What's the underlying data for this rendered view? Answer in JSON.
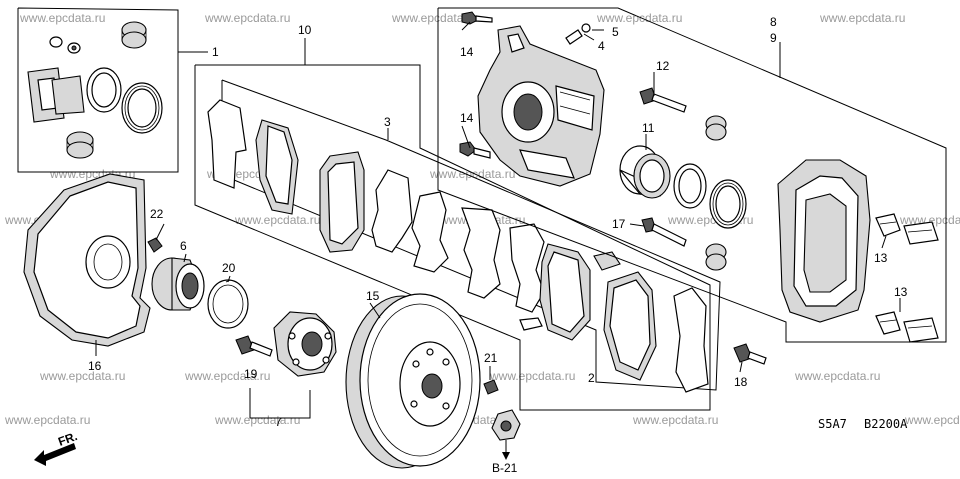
{
  "watermark_text": "www.epcdata.ru",
  "callouts": {
    "c1": "1",
    "c2": "2",
    "c3": "3",
    "c4": "4",
    "c5": "5",
    "c6": "6",
    "c7": "7",
    "c8": "8",
    "c9": "9",
    "c10": "10",
    "c11": "11",
    "c12": "12",
    "c13a": "13",
    "c13b": "13",
    "c14a": "14",
    "c14b": "14",
    "c15": "15",
    "c16": "16",
    "c17": "17",
    "c18": "18",
    "c19": "19",
    "c20": "20",
    "c21": "21",
    "c22": "22"
  },
  "reference_label": "B-21",
  "direction_label": "FR.",
  "diagram_code_left": "S5A7",
  "diagram_code_right": "B2200A"
}
